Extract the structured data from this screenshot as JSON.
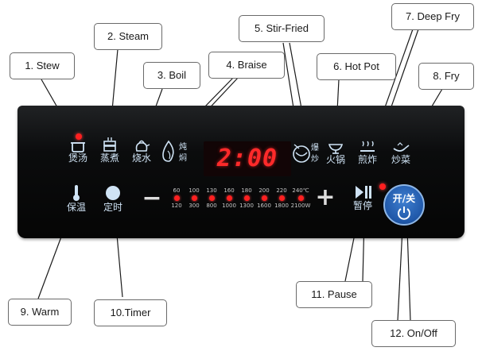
{
  "callouts": {
    "stew": "1. Stew",
    "steam": "2. Steam",
    "boil": "3. Boil",
    "braise": "4. Braise",
    "stir_fried": "5. Stir-Fried",
    "hot_pot": "6. Hot Pot",
    "deep_fry": "7. Deep Fry",
    "fry": "8. Fry",
    "warm": "9. Warm",
    "timer": "10.Timer",
    "pause": "11. Pause",
    "on_off": "12. On/Off"
  },
  "panel": {
    "buttons": {
      "stew": "煲汤",
      "steam": "蒸煮",
      "boil": "烧水",
      "braise_top": "炖",
      "braise_bottom": "焖",
      "stir_fried_top": "爆",
      "stir_fried_bottom": "炒",
      "hot_pot": "火锅",
      "deep_fry": "煎炸",
      "fry": "炒菜",
      "warm": "保温",
      "timer": "定时",
      "pause": "暂停",
      "power": "开/关"
    },
    "display": "2:00",
    "minus": "−",
    "plus": "+",
    "levels": [
      {
        "temp": "60",
        "power": "120"
      },
      {
        "temp": "100",
        "power": "300"
      },
      {
        "temp": "130",
        "power": "800"
      },
      {
        "temp": "160",
        "power": "1000"
      },
      {
        "temp": "180",
        "power": "1300"
      },
      {
        "temp": "200",
        "power": "1600"
      },
      {
        "temp": "220",
        "power": "1800"
      },
      {
        "temp": "240℃",
        "power": "2100W"
      }
    ],
    "icons": [
      "pot-icon",
      "steamer-icon",
      "kettle-icon",
      "flame-icon",
      "wok-icon",
      "hotpot-icon",
      "deep-fry-icon",
      "fry-pan-icon",
      "thermometer-icon",
      "timer-dot-icon",
      "play-pause-icon",
      "power-icon"
    ],
    "colors": {
      "panel": "#0b0c0d",
      "display": "#ff2a2a",
      "led": "#ff2020",
      "icon": "#cfe3f5",
      "power": "#1f57a8"
    }
  }
}
